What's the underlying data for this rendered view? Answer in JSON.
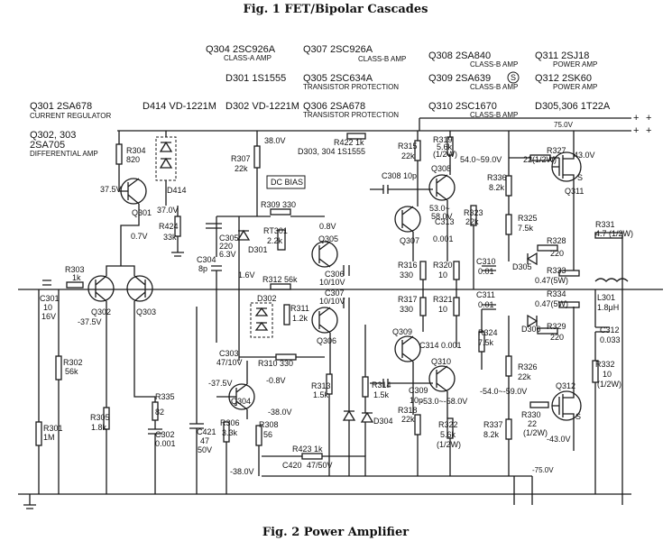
{
  "captions": {
    "fig1": "Fig. 1  FET/Bipolar Cascades",
    "fig2": "Fig. 2  Power Amplifier"
  },
  "header": {
    "q304": "Q304  2SC926A",
    "q304_role": "CLASS-A AMP",
    "q307": "Q307  2SC926A",
    "q307_role": "CLASS-B AMP",
    "q308": "Q308  2SA840",
    "q308_role": "CLASS-B AMP",
    "q311": "Q311  2SJ18",
    "q311_role": "POWER AMP",
    "d301": "D301  1S1555",
    "q305": "Q305  2SC634A",
    "q305_role": "TRANSISTOR PROTECTION",
    "q309": "Q309  2SA639",
    "q309_mark": "S",
    "q309_role": "CLASS-B AMP",
    "q312": "Q312  2SK60",
    "q312_role": "POWER AMP",
    "d414": "D414  VD-1221M",
    "d302": "D302  VD-1221M",
    "q306": "Q306  2SA678",
    "q306_role": "TRANSISTOR PROTECTION",
    "q310": "Q310  2SC1670",
    "q310_role": "CLASS-B AMP",
    "d305": "D305,306  1T22A",
    "q301": "Q301  2SA678",
    "q301_role": "CURRENT REGULATOR",
    "q302": "Q302, 303",
    "q302_part": "2SA705",
    "q302_role": "DIFFERENTIAL AMP"
  },
  "rails": {
    "pos": "75.0V",
    "neg": "-75.0V",
    "plus1": "+",
    "plus2": "+",
    "plus3": "+",
    "plus4": "+"
  },
  "volts": {
    "v38": "38.0V",
    "v375a": "37.5V",
    "v370": "37.0V",
    "v07": "0.7V",
    "v375b": "-37.5V",
    "v08a": "0.8V",
    "v16": "1.6V",
    "v375c": "-37.5V",
    "v08b": "-0.8V",
    "v380a": "-38.0V",
    "v380b": "-38.0V",
    "v430a": "43.0V",
    "v430b": "-43.0V",
    "v540a": "54.0~59.0V",
    "v530a": "53.0~",
    "v580a": "58.0V",
    "v540b": "-54.0~-59.0V",
    "v530b": "-53.0~-58.0V",
    "s1": "S",
    "s2": "S"
  },
  "parts": {
    "r304": "R304",
    "r304v": "820",
    "d414": "D414",
    "q301": "Q301",
    "r424": "R424",
    "r424v": "33k",
    "r307": "R307",
    "r307v": "22k",
    "r422": "R422  1k",
    "d303": "D303, 304  1S1555",
    "dcbias": "DC BIAS",
    "r309": "R309  330",
    "rt301": "RT301",
    "rt301v": "2.2k",
    "d301": "D301",
    "r312": "R312  56k",
    "c305": "C305",
    "c305v1": "220",
    "c305v2": "6.3V",
    "c304": "C304",
    "c304v": "8p",
    "d302": "D302",
    "r311": "R311",
    "r311v": "1.2k",
    "q305": "Q305",
    "q306": "Q306",
    "c306": "C306",
    "c306v": "10/10V",
    "c307": "C307",
    "c307v": "10/10V",
    "r310": "R310  330",
    "c303": "C303",
    "c303v": "47/10V",
    "q304": "Q304",
    "r303": "R303",
    "r303v": "1k",
    "c301": "C301",
    "c301v1": "10",
    "c301v2": "16V",
    "q302": "Q302",
    "q303": "Q303",
    "r302": "R302",
    "r302v": "56k",
    "r301": "R301",
    "r301v": "1M",
    "r335": "R335",
    "r335v": "82",
    "c302": "C302",
    "c302v": "0.001",
    "r305": "R305",
    "r305v": "1.8k",
    "r306": "R306",
    "r306v": "3.3k",
    "r308": "R308",
    "r308v": "56",
    "c421": "C421",
    "c421v1": "47",
    "c421v2": "50V",
    "r423": "R423  1k",
    "c420": "C420",
    "c420v": "47/50V",
    "r313": "R313",
    "r313v": "1.5k",
    "r314": "R314",
    "r314v": "1.5k",
    "d304": "D304",
    "c308": "C308  10p",
    "r315": "R315",
    "r315v": "22k",
    "q307": "Q307",
    "q308": "Q308",
    "c313": "C313",
    "c313v": "0.001",
    "r319": "R319",
    "r319v1": "5.6k",
    "r319v2": "(1/2W)",
    "r316": "R316",
    "r316v": "330",
    "r317": "R317",
    "r317v": "330",
    "r320": "R320",
    "r320v": "10",
    "r321": "R321",
    "r321v": "10",
    "r323": "R323",
    "r323v": "22k",
    "c310": "C310",
    "c310v": "0.01",
    "c311": "C311",
    "c311v": "0.01",
    "q309": "Q309",
    "q310": "Q310",
    "c314": "C314  0.001",
    "c309": "C309",
    "c309v": "10p",
    "r324": "R324",
    "r324v": "7.5k",
    "r318": "R318",
    "r318v": "22k",
    "r322": "R322",
    "r322v1": "5.6k",
    "r322v2": "(1/2W)",
    "r337": "R337",
    "r337v": "8.2k",
    "r336": "R336",
    "r336v": "8.2k",
    "r325": "R325",
    "r325v": "7.5k",
    "r327": "R327",
    "r327v": "22(1/2W)",
    "q311": "Q311",
    "r328": "R328",
    "r328v": "220",
    "d305": "D305",
    "r333": "R333",
    "r333v": "0.47(5W)",
    "r334": "R334",
    "r334v": "0.47(5W)",
    "d306": "D306",
    "r329": "R329",
    "r329v": "220",
    "r326": "R326",
    "r326v": "22k",
    "r330": "R330",
    "r330v1": "22",
    "r330v2": "(1/2W)",
    "q312": "Q312",
    "r331": "R331",
    "r331v": "4.7 (1/2W)",
    "l301": "L301",
    "l301v": "1.8μH",
    "c312": "C312",
    "c312v": "0.033",
    "r332": "R332",
    "r332v1": "10",
    "r332v2": "(1/2W)"
  }
}
